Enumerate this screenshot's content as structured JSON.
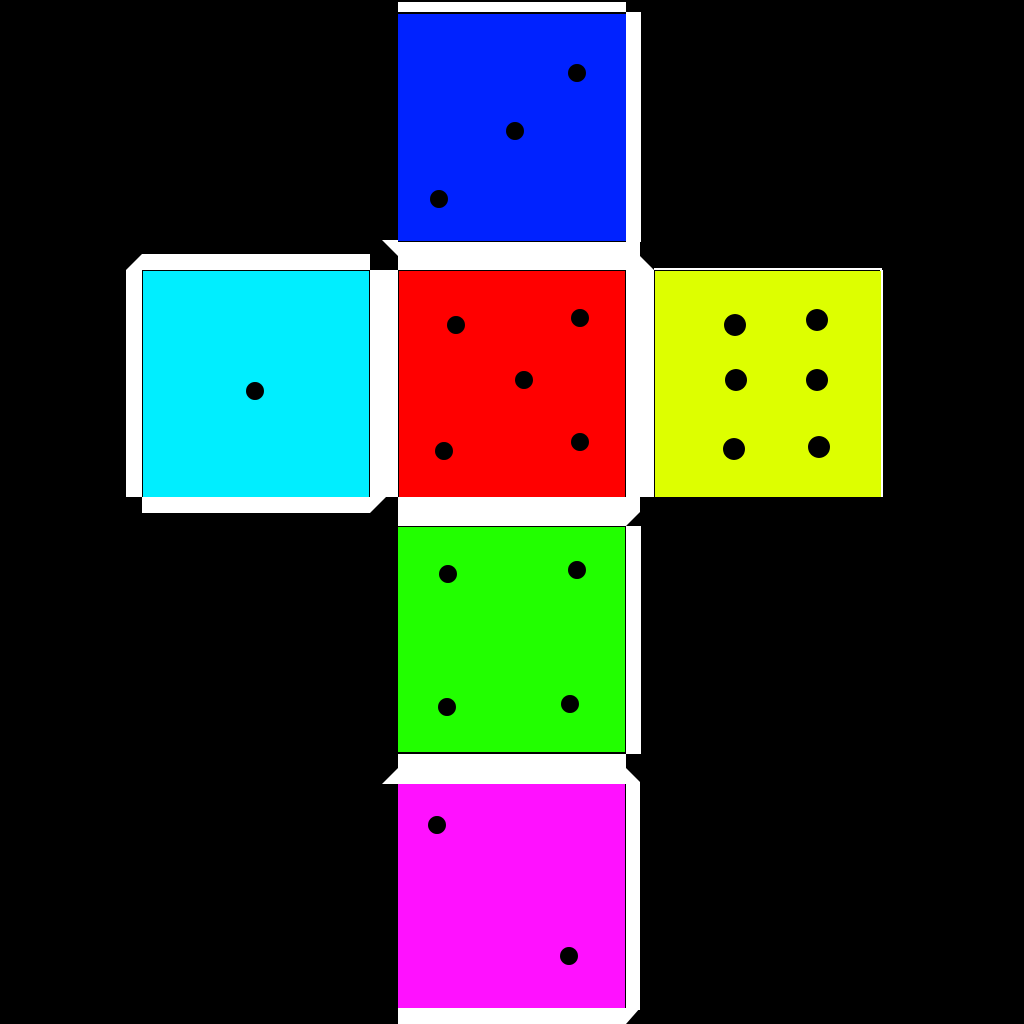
{
  "background": "#000000",
  "tab_color": "#ffffff",
  "pip_color": "#000000",
  "faces": [
    {
      "id": "top",
      "color": "#0022ff",
      "pips": 3
    },
    {
      "id": "left",
      "color": "#00eeff",
      "pips": 1
    },
    {
      "id": "center",
      "color": "#ff0000",
      "pips": 5
    },
    {
      "id": "right",
      "color": "#ddff00",
      "pips": 6
    },
    {
      "id": "lower",
      "color": "#22ff00",
      "pips": 4
    },
    {
      "id": "bottom",
      "color": "#ff11ff",
      "pips": 2
    }
  ]
}
